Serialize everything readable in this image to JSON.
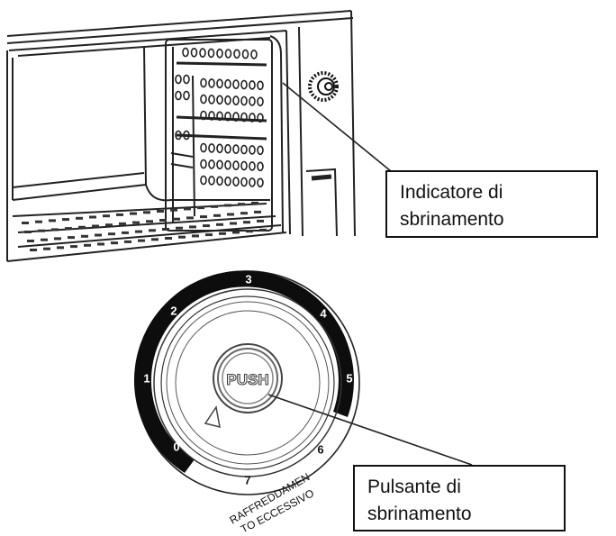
{
  "callouts": {
    "defrost_indicator": {
      "line1": "Indicatore di",
      "line2": "sbrinamento"
    },
    "defrost_button": {
      "line1": "Pulsante di",
      "line2": "sbrinamento"
    }
  },
  "dial": {
    "push_label": "PUSH",
    "numbers": [
      "0",
      "1",
      "2",
      "3",
      "4",
      "5",
      "6",
      "7"
    ],
    "overcool_label_line1": "RAFFREDDAMEN",
    "overcool_label_line2": "TO ECCESSIVO"
  },
  "colors": {
    "ink": "#111111",
    "paper": "#ffffff"
  }
}
